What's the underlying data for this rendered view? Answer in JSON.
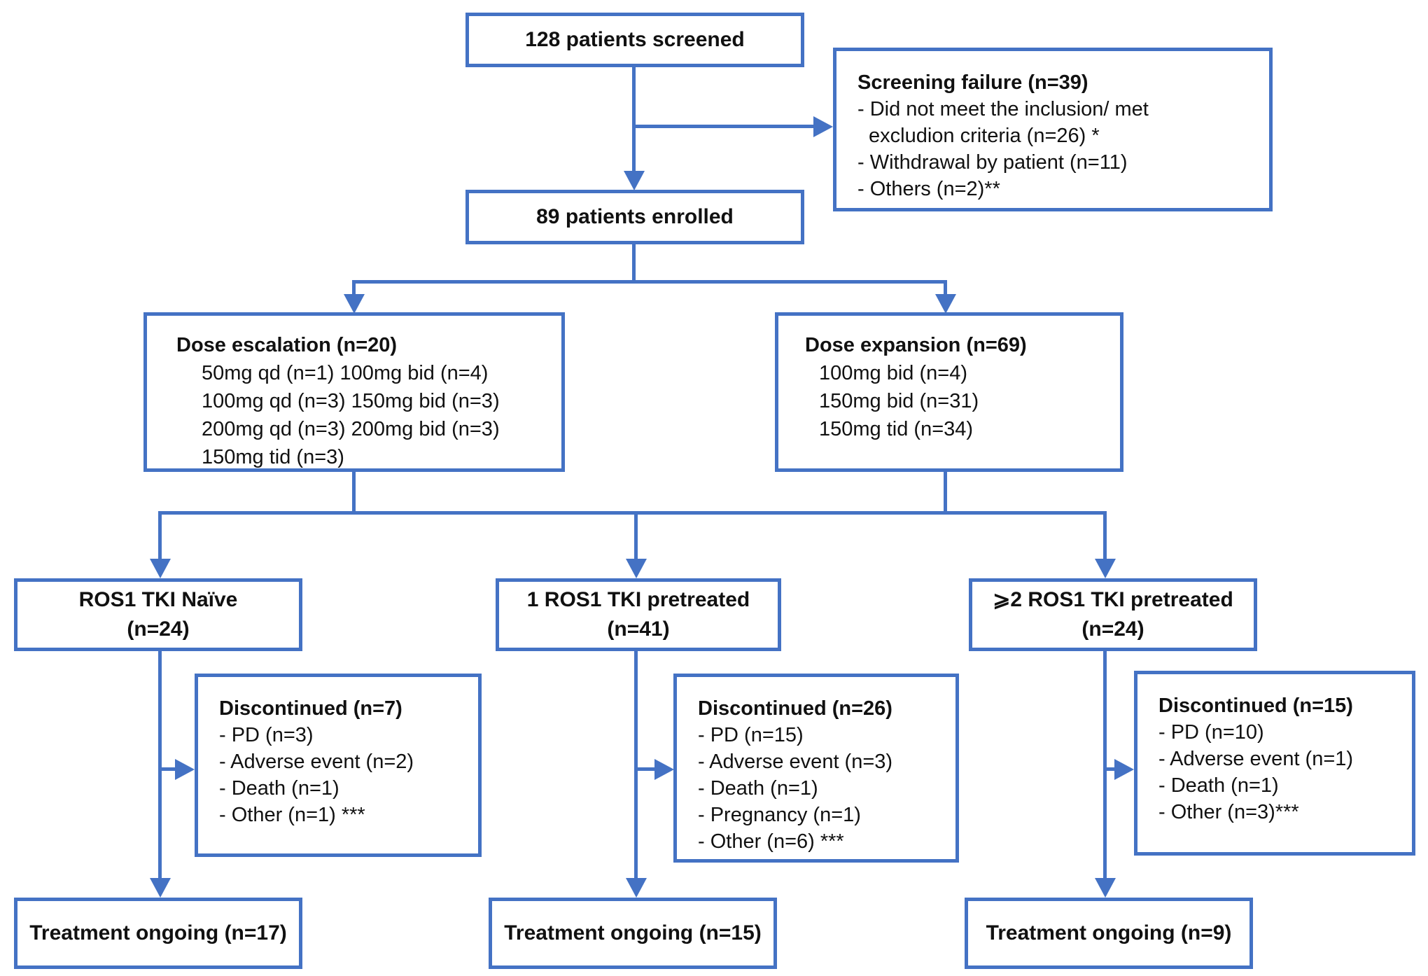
{
  "palette": {
    "accent_blue": "#4472C4",
    "text": "#111111",
    "background": "#ffffff"
  },
  "diagram": {
    "type": "patient-flow-chart",
    "boxes": {
      "screened": {
        "title": "128 patients screened"
      },
      "screening_failure": {
        "title": "Screening failure (n=39)",
        "lines": [
          "- Did not meet the inclusion/ met",
          "excludion criteria (n=26) *",
          "- Withdrawal by patient (n=11)",
          "- Others (n=2)**"
        ]
      },
      "enrolled": {
        "title": "89 patients enrolled"
      },
      "dose_escalation": {
        "title": "Dose escalation (n=20)",
        "lines": [
          "50mg qd (n=1) 100mg bid (n=4)",
          "100mg qd (n=3) 150mg bid (n=3)",
          "200mg qd (n=3) 200mg bid (n=3)",
          "150mg tid (n=3)"
        ]
      },
      "dose_expansion": {
        "title": "Dose expansion (n=69)",
        "lines": [
          "100mg bid (n=4)",
          "150mg bid (n=31)",
          "150mg tid (n=34)"
        ]
      },
      "tki_naive": {
        "line1": "ROS1 TKI Naïve",
        "line2": "(n=24)"
      },
      "tki_one": {
        "line1": "1 ROS1 TKI pretreated",
        "line2": "(n=41)"
      },
      "tki_two": {
        "line1": "⩾2 ROS1 TKI pretreated",
        "line2": "(n=24)"
      },
      "disc_naive": {
        "title": "Discontinued (n=7)",
        "lines": [
          "- PD (n=3)",
          "- Adverse event (n=2)",
          "- Death (n=1)",
          "- Other (n=1) ***"
        ]
      },
      "disc_one": {
        "title": "Discontinued (n=26)",
        "lines": [
          "- PD (n=15)",
          "- Adverse event (n=3)",
          "- Death (n=1)",
          "- Pregnancy (n=1)",
          "- Other (n=6) ***"
        ]
      },
      "disc_two": {
        "title": "Discontinued (n=15)",
        "lines": [
          "- PD (n=10)",
          "- Adverse event (n=1)",
          "- Death (n=1)",
          "- Other (n=3)***"
        ]
      },
      "ongoing_naive": {
        "title": "Treatment ongoing (n=17)"
      },
      "ongoing_one": {
        "title": "Treatment ongoing (n=15)"
      },
      "ongoing_two": {
        "title": "Treatment ongoing (n=9)"
      }
    }
  }
}
